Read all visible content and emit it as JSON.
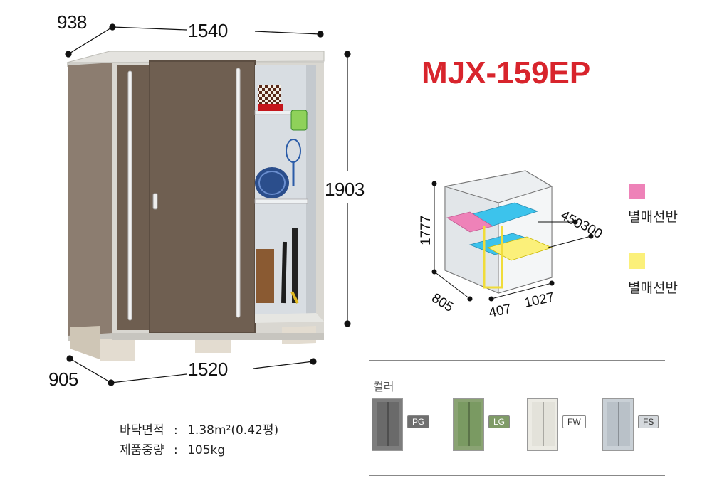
{
  "model": "MJX-159EP",
  "main_dims": {
    "top_depth": "938",
    "top_width": "1540",
    "height": "1903",
    "bottom_depth": "905",
    "bottom_width": "1520"
  },
  "interior_dims": {
    "height": "1777",
    "depth": "805",
    "left_width": "407",
    "right_width": "1027",
    "shelf_depth_a": "450",
    "shelf_depth_b": "300"
  },
  "legend": [
    {
      "label": "별매선반",
      "color": "#ee82b8"
    },
    {
      "label": "별매선반",
      "color": "#fbf07a"
    }
  ],
  "specs": [
    {
      "label": "바닥면적",
      "sep": ":",
      "value": "1.38m²(0.42평)"
    },
    {
      "label": "제품중량",
      "sep": ":",
      "value": "105kg"
    }
  ],
  "color_section": {
    "title": "컬러",
    "options": [
      {
        "code": "PG",
        "body": "#7d7d7d",
        "door": "#6a6a6a",
        "badge_bg": "#6f6f6f",
        "badge_fg": "#ffffff"
      },
      {
        "code": "LG",
        "body": "#8aa373",
        "door": "#7a9a62",
        "badge_bg": "#7f9b67",
        "badge_fg": "#ffffff"
      },
      {
        "code": "FW",
        "body": "#ecebe4",
        "door": "#e3e2da",
        "badge_bg": "#ffffff",
        "badge_fg": "#333333"
      },
      {
        "code": "FS",
        "body": "#c9d0d6",
        "door": "#b9c1c8",
        "badge_bg": "#d5d9dd",
        "badge_fg": "#333333"
      }
    ]
  },
  "colors": {
    "accent": "#d8242c",
    "shelf_cyan": "#3cc3ec"
  }
}
